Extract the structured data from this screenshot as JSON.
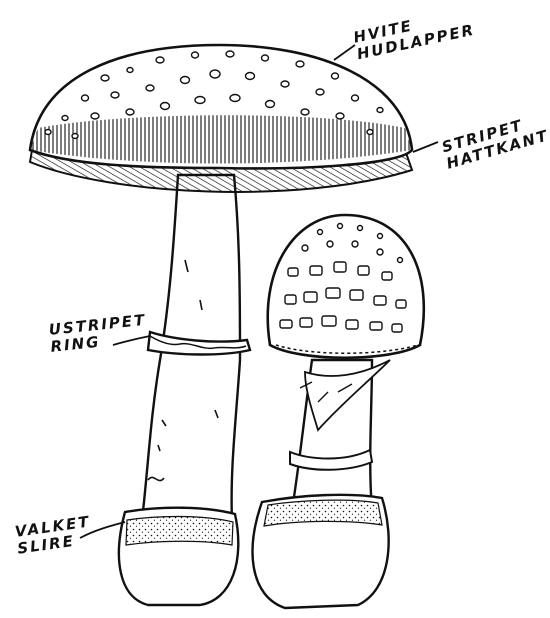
{
  "labels": {
    "spots": [
      "HVITE",
      "HUDLAPPER"
    ],
    "cap_edge": [
      "STRIPET",
      "HATTKANT"
    ],
    "ring": [
      "USTRIPET",
      "RING"
    ],
    "volva": [
      "VALKET",
      "SLIRE"
    ]
  },
  "colors": {
    "ink": "#111111",
    "paper": "#ffffff"
  }
}
